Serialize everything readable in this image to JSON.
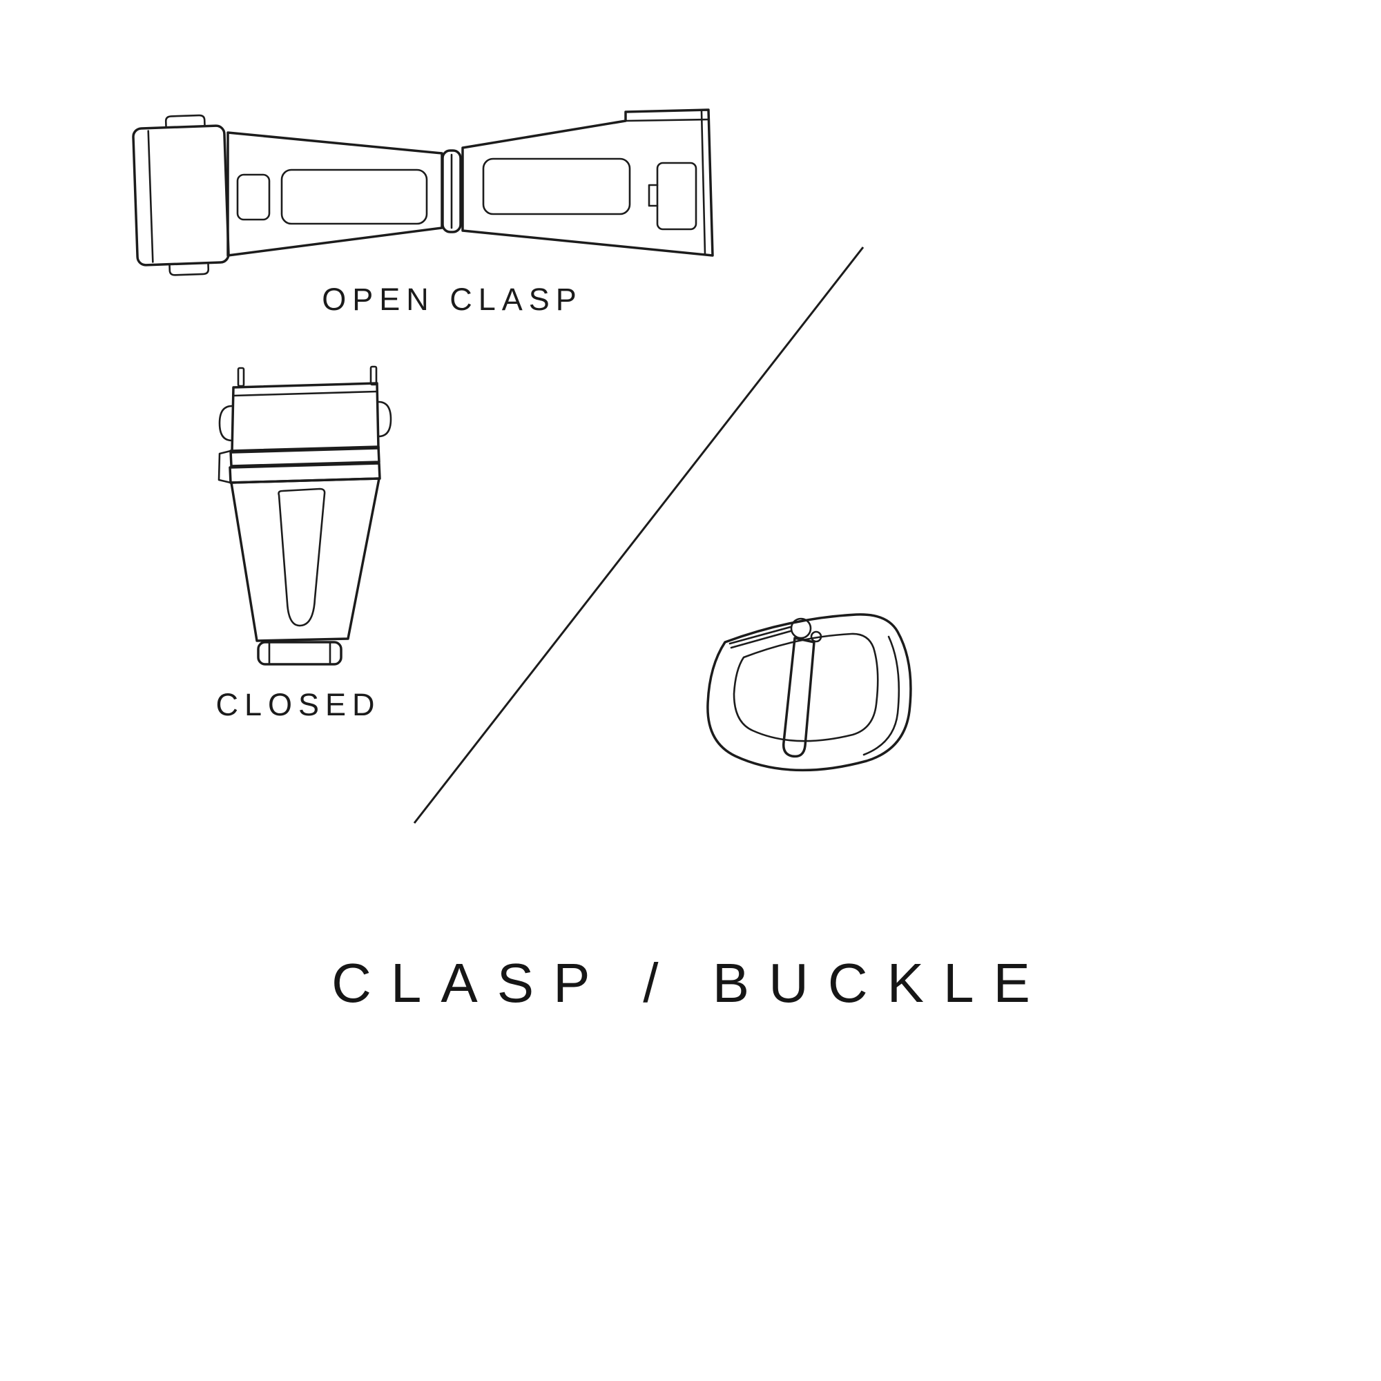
{
  "page": {
    "background_color": "#ffffff",
    "line_color": "#1c1c1c",
    "text_color": "#1b1b1b"
  },
  "figures": {
    "open_clasp": {
      "label": "OPEN CLASP",
      "icon": "open-clasp-drawing"
    },
    "closed_clasp": {
      "label": "CLOSED",
      "icon": "closed-clasp-drawing"
    },
    "buckle": {
      "icon": "pin-buckle-drawing"
    }
  },
  "title": "CLASP / BUCKLE"
}
